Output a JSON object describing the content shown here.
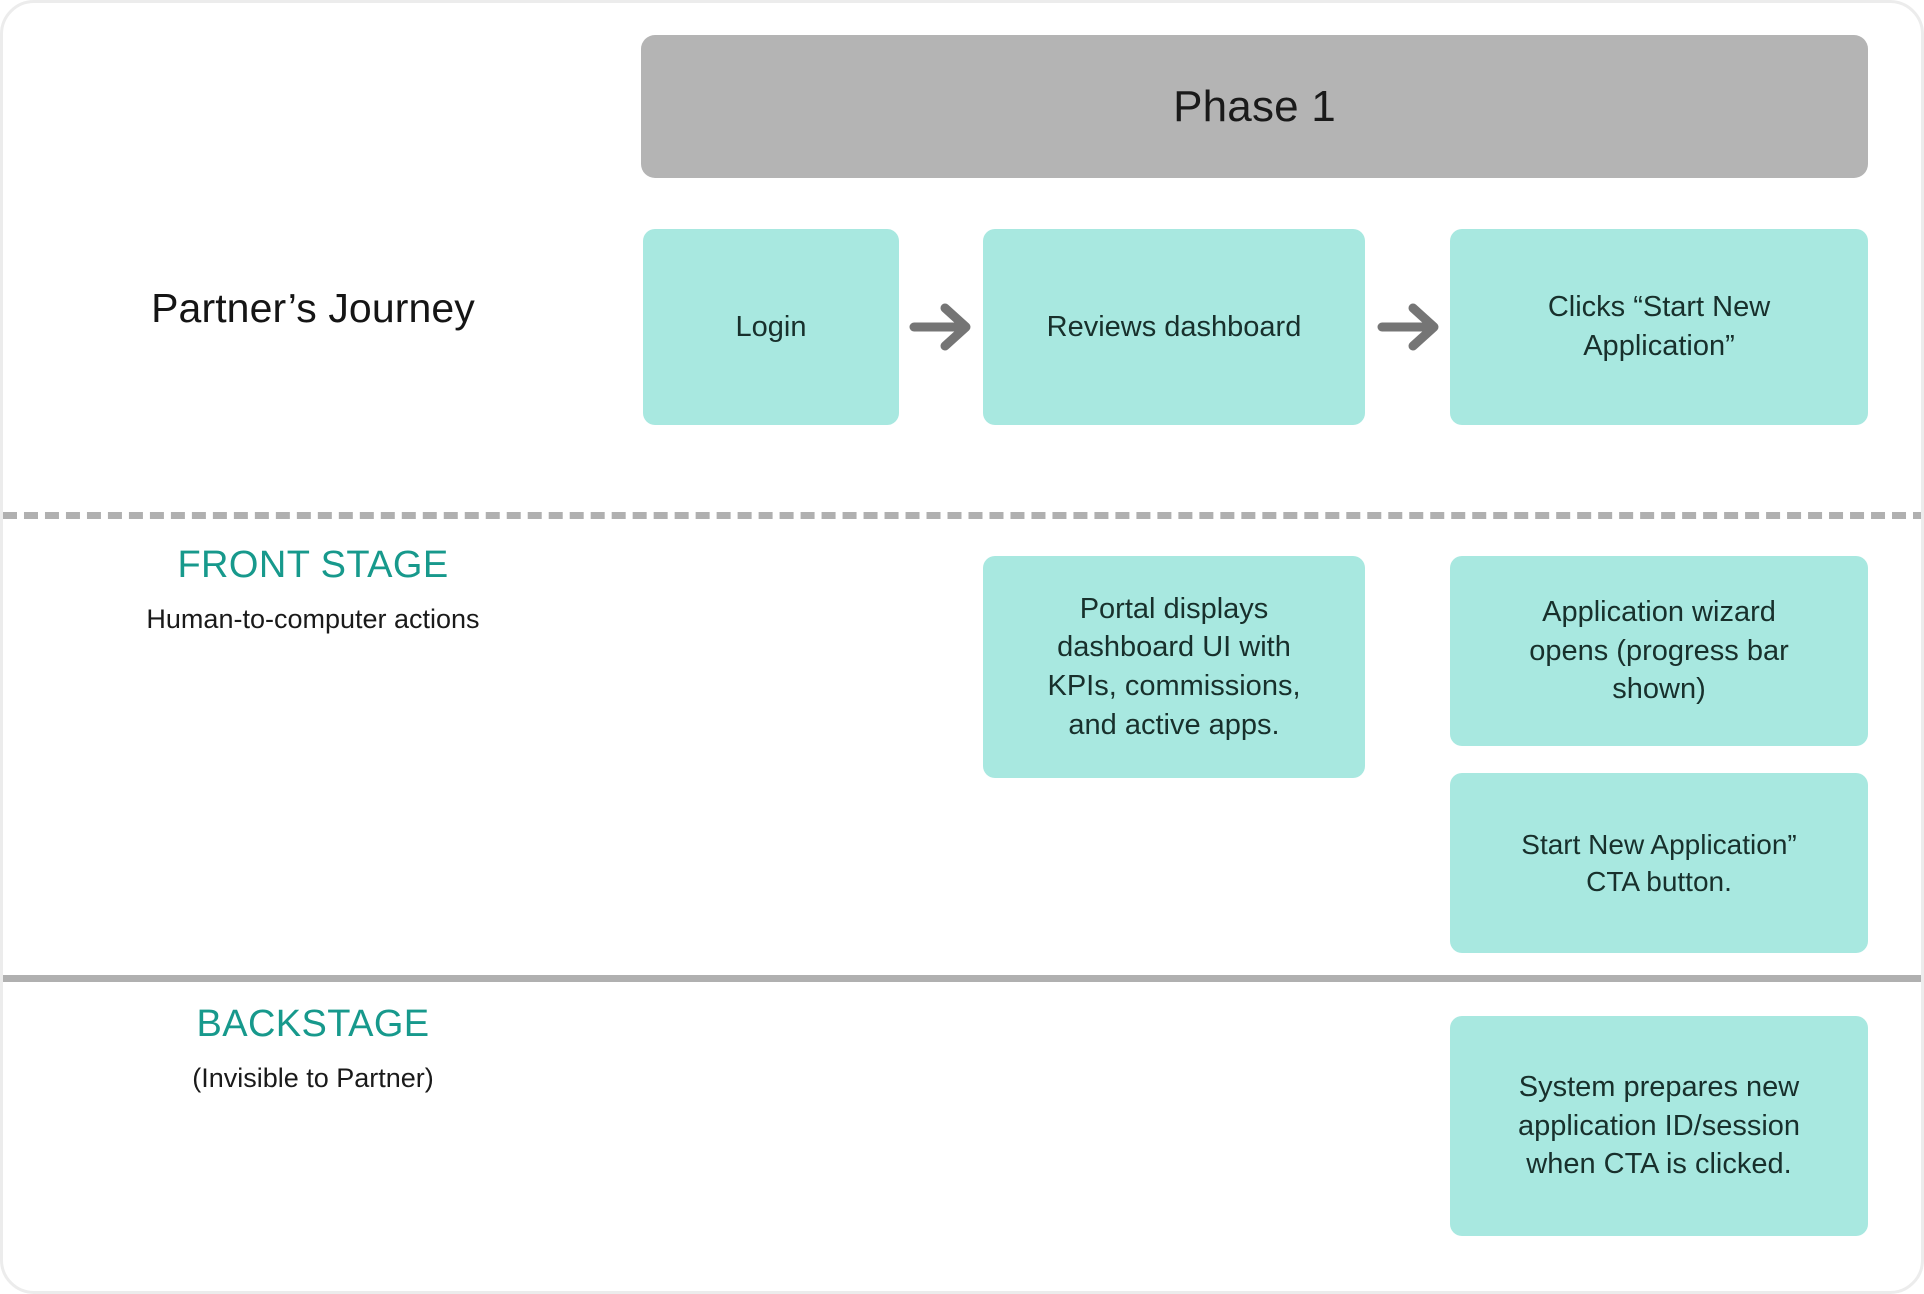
{
  "phase": {
    "label": "Phase 1"
  },
  "rows": {
    "journey": {
      "label": "Partner’s Journey",
      "cards": [
        {
          "text": "Login"
        },
        {
          "text": "Reviews dashboard"
        },
        {
          "text": "Clicks “Start New\nApplication”"
        }
      ],
      "arrows": [
        {
          "name": "arrow-right-icon"
        },
        {
          "name": "arrow-right-icon"
        }
      ]
    },
    "frontstage": {
      "title": "FRONT STAGE",
      "subtitle": "Human-to-computer actions",
      "cards": [
        {
          "text": "Portal displays\ndashboard UI with\nKPIs, commissions,\nand active apps."
        },
        {
          "text": "Application wizard\nopens (progress bar\nshown)"
        },
        {
          "text": "Start New Application”\nCTA button."
        }
      ]
    },
    "backstage": {
      "title": "BACKSTAGE",
      "subtitle": "(Invisible to Partner)",
      "cards": [
        {
          "text": "System prepares new\napplication ID/session\nwhen CTA is clicked."
        }
      ]
    }
  },
  "colors": {
    "phase_band": "#b4b4b4",
    "card_fill": "#a8e8e0",
    "card_text": "#18302c",
    "stage_title": "#17998c",
    "separator": "#b0b0b0",
    "arrow": "#757575",
    "canvas_border": "#ececec"
  }
}
